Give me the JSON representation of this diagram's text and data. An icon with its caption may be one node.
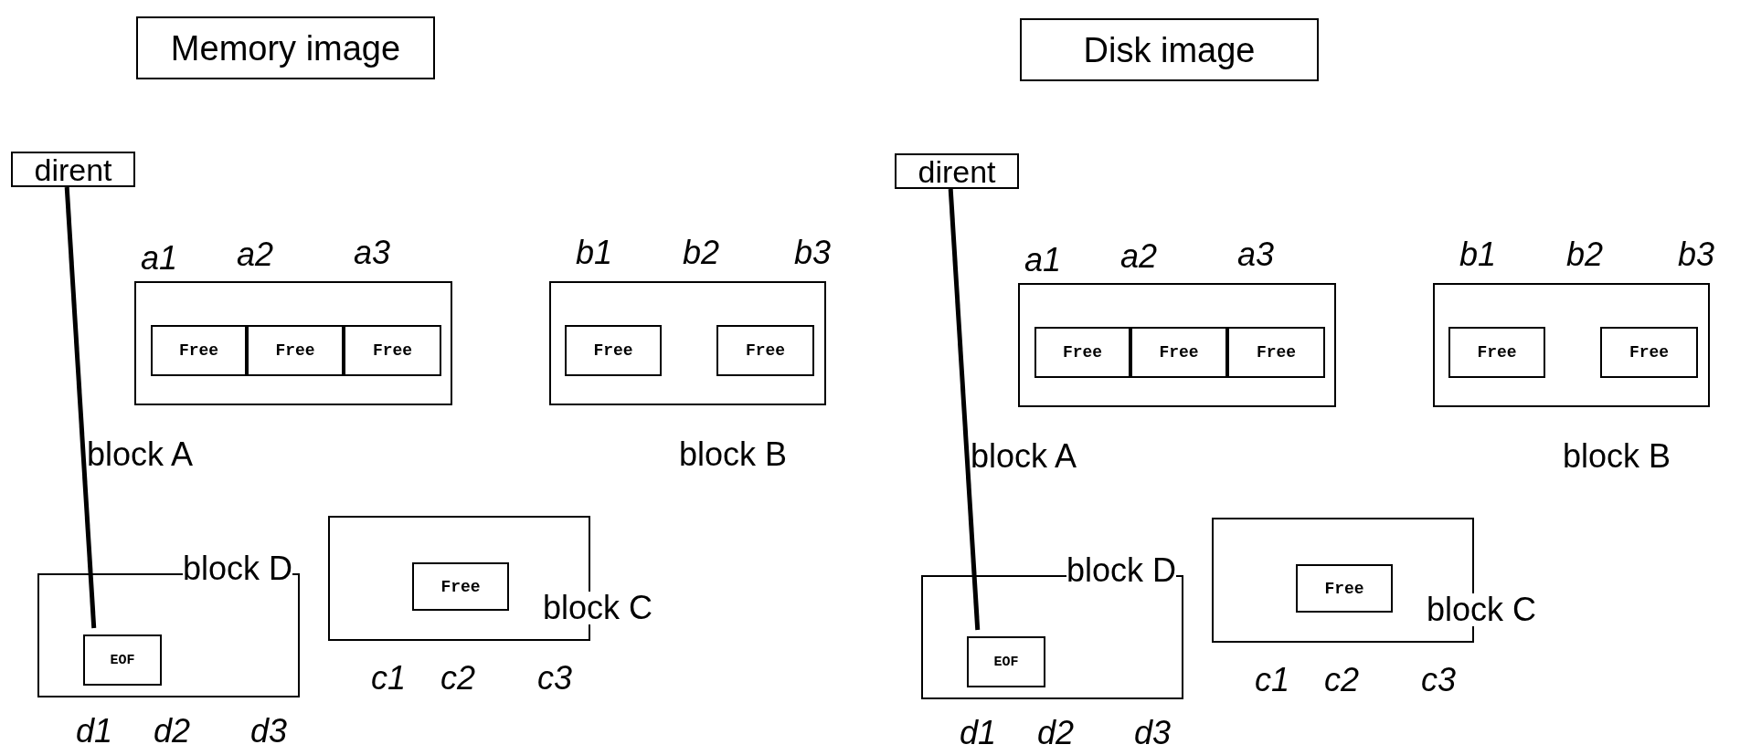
{
  "diagram": {
    "nodes": [
      {
        "text": [
          "Memory image"
        ]
      },
      {
        "text": [
          "dirent"
        ]
      },
      {
        "text": [
          "block A"
        ]
      },
      {
        "text": [
          "Free"
        ],
        "in": 2
      },
      {
        "text": [
          "Free"
        ],
        "in": 2
      },
      {
        "text": [
          "Free"
        ],
        "in": 2
      },
      {
        "text": [
          "block B"
        ]
      },
      {
        "text": [
          "Free"
        ],
        "in": 6
      },
      {
        "text": [
          "Free"
        ],
        "in": 6
      },
      {
        "text": [
          "block C"
        ]
      },
      {
        "text": [
          "Free"
        ],
        "in": 9
      },
      {
        "text": [
          "block D"
        ]
      },
      {
        "text": [
          "EOF"
        ],
        "in": 11
      },
      {
        "text": [
          "Disk image"
        ]
      },
      {
        "text": [
          "dirent"
        ]
      },
      {
        "text": [
          "block A"
        ]
      },
      {
        "text": [
          "Free"
        ],
        "in": 15
      },
      {
        "text": [
          "Free"
        ],
        "in": 15
      },
      {
        "text": [
          "Free"
        ],
        "in": 15
      },
      {
        "text": [
          "block B"
        ]
      },
      {
        "text": [
          "Free"
        ],
        "in": 19
      },
      {
        "text": [
          "Free"
        ],
        "in": 19
      },
      {
        "text": [
          "block C"
        ]
      },
      {
        "text": [
          "Free"
        ],
        "in": 22
      },
      {
        "text": [
          "block D"
        ]
      },
      {
        "text": [
          "EOF"
        ],
        "in": 24
      }
    ],
    "edges": [
      {
        "from": 1,
        "to": 12,
        "arrow": "none"
      },
      {
        "from": 14,
        "to": 25,
        "arrow": "none"
      }
    ],
    "labels": [
      "a1",
      "a2",
      "a3",
      "b1",
      "b2",
      "b3",
      "c1",
      "c2",
      "c3",
      "d1",
      "d2",
      "d3",
      "a1",
      "a2",
      "a3",
      "b1",
      "b2",
      "b3",
      "c1",
      "c2",
      "c3",
      "d1",
      "d2",
      "d3"
    ]
  }
}
